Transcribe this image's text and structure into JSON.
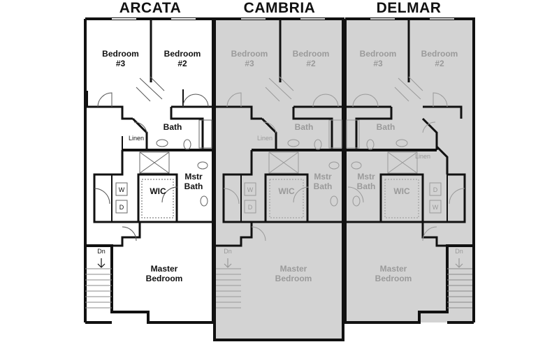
{
  "units": [
    {
      "name": "ARCATA",
      "shaded": false,
      "labels": {
        "bedroom3": "Bedroom\n#3",
        "bedroom2": "Bedroom\n#2",
        "bath": "Bath",
        "linen": "Linen",
        "mstr_bath": "Mstr\nBath",
        "wic": "WIC",
        "washer": "W",
        "dryer": "D",
        "down": "Dn",
        "master_bedroom": "Master\nBedroom"
      }
    },
    {
      "name": "CAMBRIA",
      "shaded": true,
      "labels": {
        "bedroom3": "Bedroom\n#3",
        "bedroom2": "Bedroom\n#2",
        "bath": "Bath",
        "linen": "Linen",
        "mstr_bath": "Mstr\nBath",
        "wic": "WIC",
        "washer": "W",
        "dryer": "D",
        "down": "Dn",
        "master_bedroom": "Master\nBedroom"
      }
    },
    {
      "name": "DELMAR",
      "shaded": true,
      "labels": {
        "bedroom3": "Bedroom\n#3",
        "bedroom2": "Bedroom\n#2",
        "bath": "Bath",
        "linen": "Linen",
        "mstr_bath": "Mstr\nBath",
        "wic": "WIC",
        "dryer": "D",
        "washer": "W",
        "down": "Dn",
        "master_bedroom": "Master\nBedroom"
      }
    }
  ],
  "colors": {
    "wall": "#111111",
    "shaded_fill": "#d3d3d3",
    "shaded_fixture": "#9a9a9a",
    "fixture": "#555555"
  }
}
